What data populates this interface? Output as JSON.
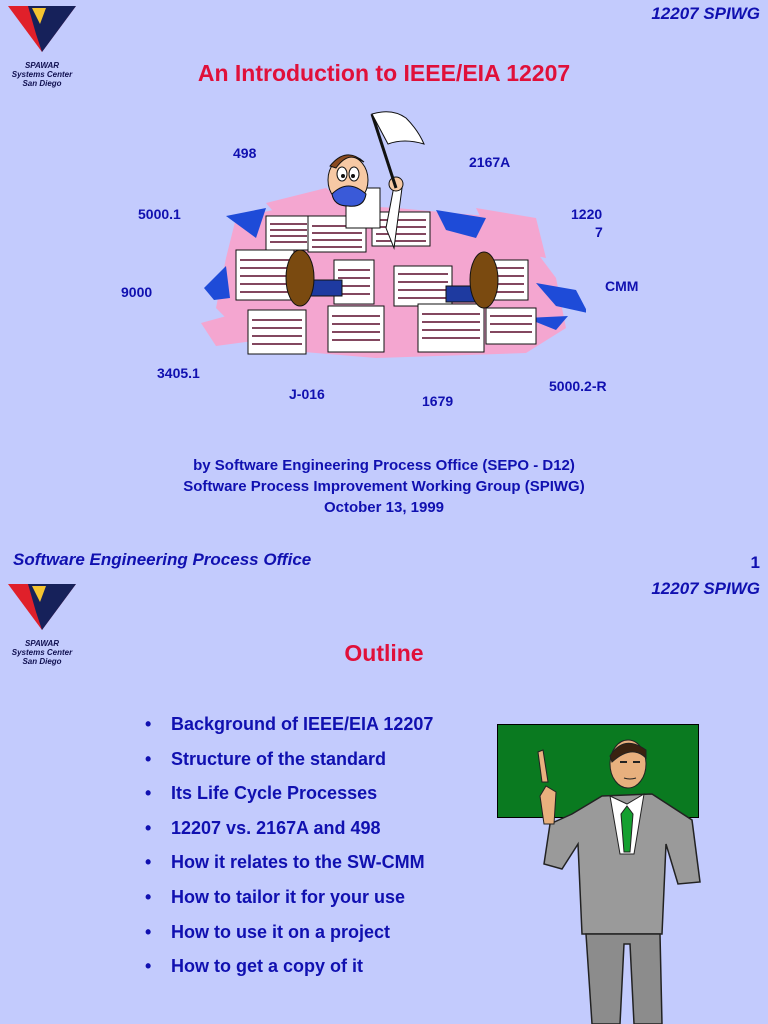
{
  "slide1": {
    "header": "12207 SPIWG",
    "logo_text": [
      "SPAWAR",
      "Systems Center",
      "San Diego"
    ],
    "title": "An Introduction to IEEE/EIA 12207",
    "standards": [
      "498",
      "2167A",
      "5000.1",
      "1220",
      "7",
      "9000",
      "CMM",
      "3405.1",
      "J-016",
      "1679",
      "5000.2-R"
    ],
    "credits": [
      "by Software Engineering Process Office (SEPO - D12)",
      "Software Process Improvement Working Group (SPIWG)",
      "October 13, 1999"
    ],
    "footer": "Software Engineering Process Office",
    "page_number": "1"
  },
  "slide2": {
    "header": "12207 SPIWG",
    "logo_text": [
      "SPAWAR",
      "Systems Center",
      "San Diego"
    ],
    "title": "Outline",
    "bullet": "•",
    "items": [
      "Background of IEEE/EIA 12207",
      "Structure of the standard",
      "Its Life Cycle Processes",
      "12207 vs. 2167A and 498",
      "How it relates to the SW-CMM",
      "How to tailor it for your use",
      "How to use it on a project",
      "How to get a copy of it"
    ]
  },
  "colors": {
    "background": "#c3cbfd",
    "title": "#e0103a",
    "text": "#1010b0",
    "logo_red": "#e0202a",
    "logo_navy": "#16215a",
    "board": "#0a7a20",
    "paper_pink": "#f4a6d0"
  }
}
